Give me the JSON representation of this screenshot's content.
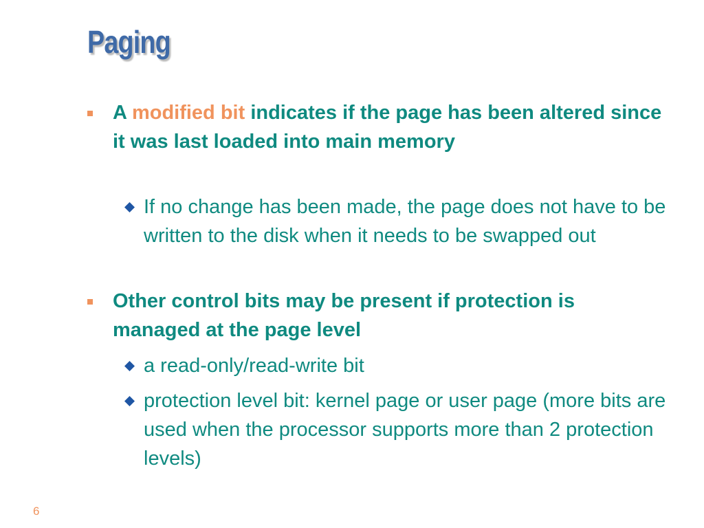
{
  "slide": {
    "title": "Paging",
    "page_number": "6",
    "bullet_1": {
      "prefix": "A ",
      "highlight": "modified bit",
      "rest": " indicates if the page has been altered since it was last loaded into main memory",
      "sub": [
        "If no change has been made, the page does not have to be written to the disk when it needs to be swapped out"
      ]
    },
    "bullet_2": {
      "text": "Other control bits may be present if protection is managed at the page level",
      "sub": [
        "a read-only/read-write bit",
        "protection level bit: kernel page or user page (more bits are used when the processor supports more than 2 protection levels)"
      ]
    }
  },
  "colors": {
    "title": "#3f6aa7",
    "body_text": "#0f8a80",
    "highlight": "#f0935d",
    "square_bullet": "#f0935d",
    "diamond_bullet": "#1f56a4"
  },
  "icons": {
    "level1_bullet": "square-bullet-icon",
    "level2_bullet": "diamond-bullet-icon"
  }
}
